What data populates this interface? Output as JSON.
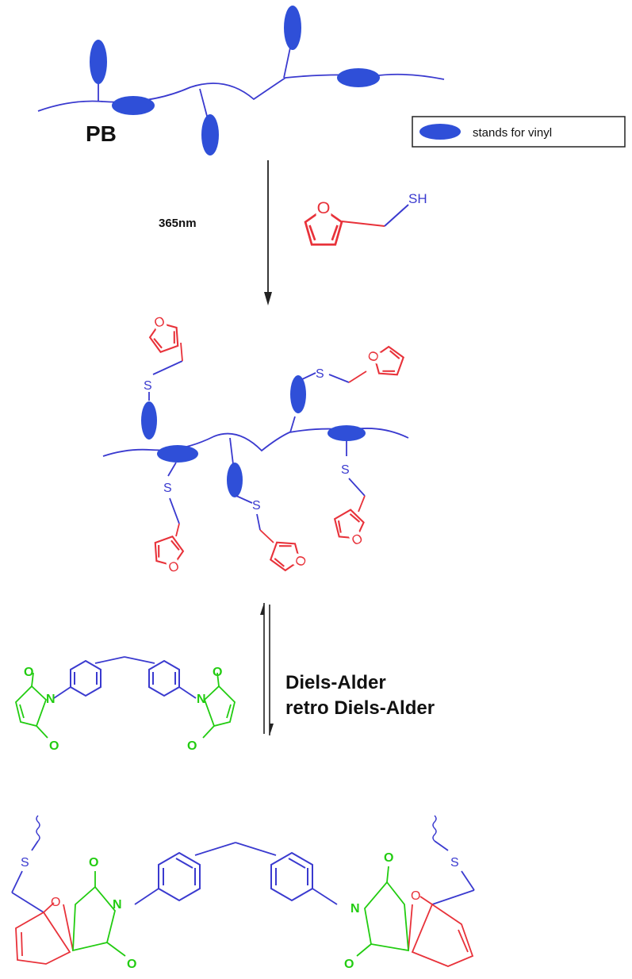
{
  "labels": {
    "pb": "PB",
    "legend": "stands for vinyl",
    "wavelength": "365nm",
    "da_line1": "Diels-Alder",
    "da_line2": "retro Diels-Alder"
  },
  "atoms": {
    "sh": "SH",
    "s": "S",
    "o": "O",
    "n": "N"
  },
  "colors": {
    "backbone": "#3a3acf",
    "vinyl": "#2f4fd8",
    "furan": "#e8323a",
    "maleimide": "#22cc11",
    "arrow": "#222222",
    "text": "#111111"
  },
  "icons": {
    "vinyl_unit": "blue-ellipse",
    "wavy_bond": "squiggle-line"
  }
}
